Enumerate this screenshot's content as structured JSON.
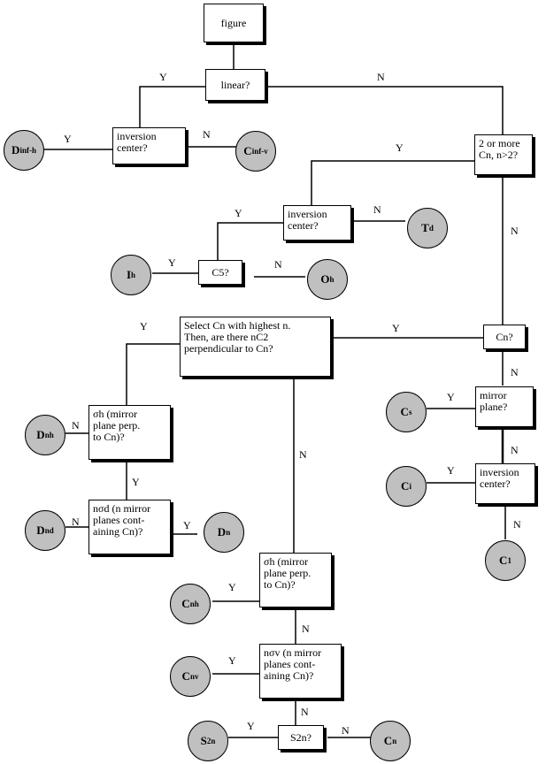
{
  "nodes": {
    "figure": "figure",
    "linear": "linear?",
    "inv1": "inversion\ncenter?",
    "twoOrMore": "2 or more\nCn, n>2?",
    "inv2": "inversion\ncenter?",
    "c5": "C5?",
    "select": "Select Cn with highest n.\nThen, are there nC2\nperpendicular to Cn?",
    "cn": "Cn?",
    "mirror": "mirror\nplane?",
    "inv3": "inversion\ncenter?",
    "sigmaH1": "σh (mirror\nplane perp.\nto Cn)?",
    "nSigmaD": "nσd (n mirror\nplanes cont-\naining Cn)?",
    "sigmaH2": "σh (mirror\nplane perp.\nto Cn)?",
    "nSigmaV": "nσv (n mirror\nplanes cont-\naining Cn)?",
    "s2n": "S2n?"
  },
  "groups": {
    "Dinfh": {
      "main": "D",
      "sub": "inf-h"
    },
    "Cinfv": {
      "main": "C",
      "sub": "inf-v"
    },
    "Td": {
      "main": "T",
      "sub": "d"
    },
    "Ih": {
      "main": "I",
      "sub": "h"
    },
    "Oh": {
      "main": "O",
      "sub": "h"
    },
    "Cs": {
      "main": "C",
      "sub": "s"
    },
    "Ci": {
      "main": "C",
      "sub": "i"
    },
    "C1": {
      "main": "C",
      "sub": "1"
    },
    "Dnh": {
      "main": "D",
      "sub": "nh"
    },
    "Dnd": {
      "main": "D",
      "sub": "nd"
    },
    "Dn": {
      "main": "D",
      "sub": "n"
    },
    "Cnh": {
      "main": "C",
      "sub": "nh"
    },
    "Cnv": {
      "main": "C",
      "sub": "nv"
    },
    "S2n": {
      "main": "S",
      "sub": "2n"
    },
    "Cn": {
      "main": "C",
      "sub": "n"
    }
  },
  "labels": {
    "yes": "Y",
    "no": "N"
  }
}
